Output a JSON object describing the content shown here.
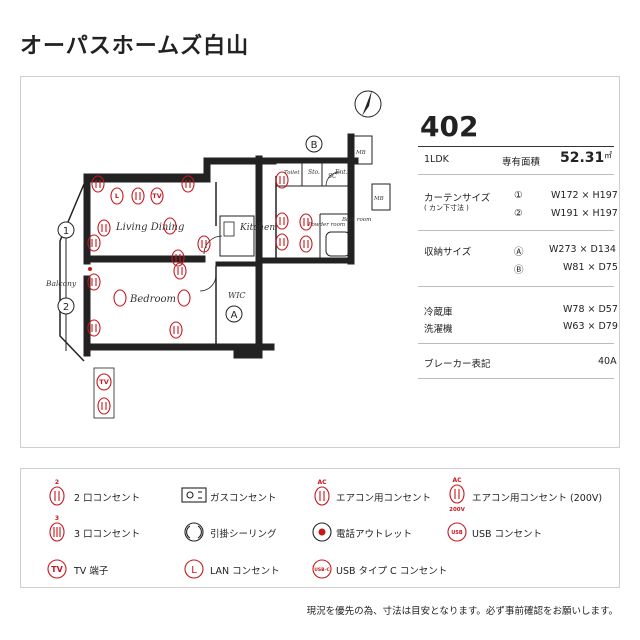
{
  "title": "オーパスホームズ白山",
  "unit": {
    "room_no": "402",
    "layout": "1LDK",
    "area_label": "専有面積",
    "area_value": "52.31",
    "area_unit": "㎡"
  },
  "curtain": {
    "label": "カーテンサイズ",
    "sub": "( カン下寸法 )",
    "items": [
      {
        "mark": "①",
        "value": "W172 × H197"
      },
      {
        "mark": "②",
        "value": "W191 × H197"
      }
    ]
  },
  "storage": {
    "label": "収納サイズ",
    "items": [
      {
        "mark": "Ⓐ",
        "value": "W273 × D134"
      },
      {
        "mark": "Ⓑ",
        "value": "W81 × D75"
      }
    ]
  },
  "fridge": {
    "label": "冷蔵庫",
    "value": "W78 × D57"
  },
  "washer": {
    "label": "洗濯機",
    "value": "W63 × D79"
  },
  "breaker": {
    "label": "ブレーカー表記",
    "value": "40A"
  },
  "plan": {
    "rooms": {
      "living": "Living Dining",
      "kitchen": "Kitchen",
      "bedroom": "Bedroom",
      "wic": "WIC",
      "balcony": "Balcony",
      "toilet": "Toilet",
      "sto": "Sto.",
      "sc": "SC",
      "ent": "Ent.",
      "powder": "Powder room",
      "bath": "Bath room",
      "mb": "MB"
    },
    "markers": {
      "curtain1": "1",
      "curtain2": "2",
      "storageA": "A",
      "storageB": "B"
    }
  },
  "legend": [
    {
      "icon": "2",
      "label": "2 口コンセント"
    },
    {
      "icon": "gas",
      "label": "ガスコンセント"
    },
    {
      "icon": "AC",
      "label": "エアコン用コンセント"
    },
    {
      "icon": "AC200",
      "label": "エアコン用コンセント (200V)"
    },
    {
      "icon": "3",
      "label": "3 口コンセント"
    },
    {
      "icon": "ceiling",
      "label": "引掛シーリング"
    },
    {
      "icon": "phone",
      "label": "電話アウトレット"
    },
    {
      "icon": "USB",
      "label": "USB コンセント"
    },
    {
      "icon": "TV",
      "label": "TV 端子"
    },
    {
      "icon": "L",
      "label": "LAN コンセント"
    },
    {
      "icon": "USB-C",
      "label": "USB タイプ C コンセント"
    }
  ],
  "legend_icon_text": {
    "ac": "AC",
    "v200": "200V",
    "usb": "USB",
    "usbc": "USB-C",
    "tv": "TV",
    "lan": "L",
    "two": "2",
    "three": "3"
  },
  "footnote": "現況を優先の為、寸法は目安となります。必ず事前確認をお願いします。",
  "colors": {
    "accent": "#c8161d",
    "line": "#222222",
    "frame": "#cfcfcf"
  }
}
